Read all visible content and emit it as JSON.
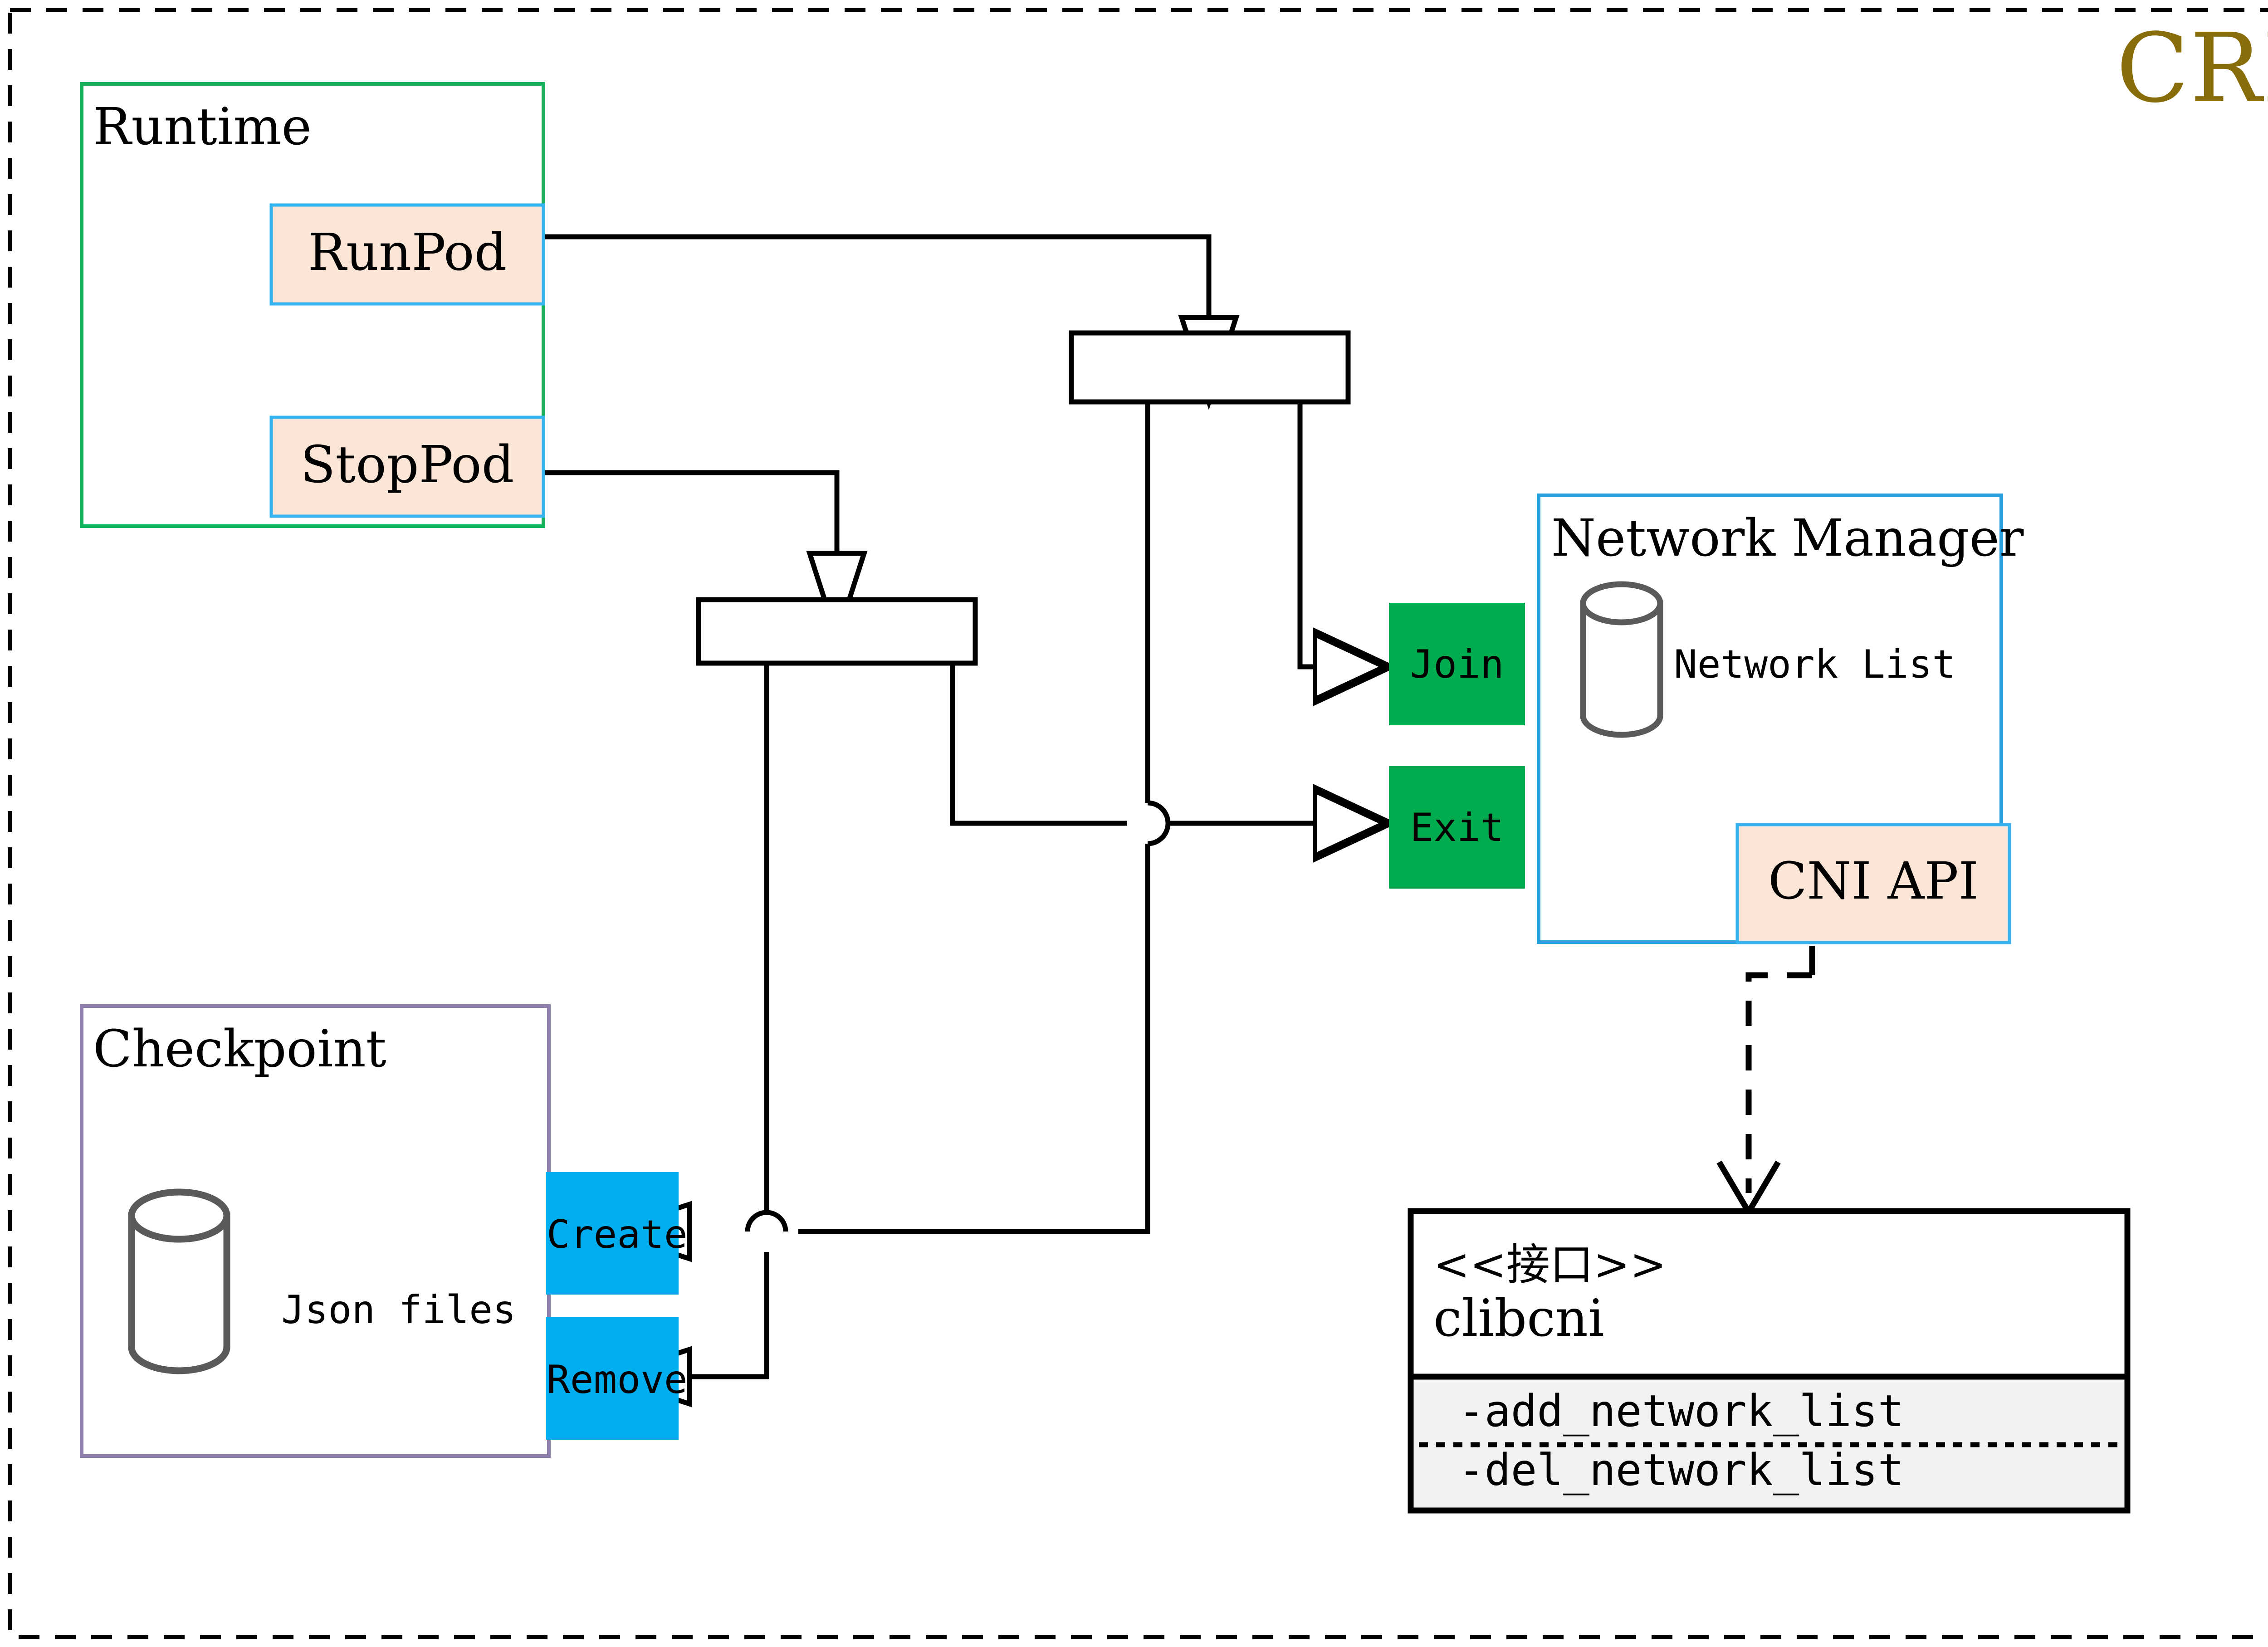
{
  "diagram": {
    "title": "CRI",
    "title_color": "#8a6d0b",
    "frame": {
      "style": "dashed",
      "color": "#000000"
    }
  },
  "colors": {
    "runtime_border": "#13b25a",
    "checkpoint_border": "#8f7fae",
    "network_manager_border": "#2a9fe0",
    "peach_fill": "#fbe5d6",
    "peach_border": "#35b4f0",
    "green_fill": "#00ac4e",
    "cyan_fill": "#00aeef",
    "cylinder_stroke": "#5a5a5a",
    "iface_ops_fill": "#f2f2f2",
    "line": "#000000"
  },
  "groups": {
    "runtime": {
      "label": "Runtime"
    },
    "checkpoint": {
      "label": "Checkpoint",
      "store_label": "Json files"
    },
    "network_manager": {
      "label": "Network Manager",
      "store_label": "Network List"
    }
  },
  "nodes": {
    "runpod": {
      "label": "RunPod"
    },
    "stoppod": {
      "label": "StopPod"
    },
    "join": {
      "label": "Join"
    },
    "exit": {
      "label": "Exit"
    },
    "create": {
      "label": "Create"
    },
    "remove": {
      "label": "Remove"
    },
    "cni_api": {
      "label": "CNI API"
    }
  },
  "interface_box": {
    "stereotype": "<<接口>>",
    "name": "clibcni",
    "operations": [
      "-add_network_list",
      "-del_network_list"
    ]
  },
  "forks": [
    {
      "name": "fork-top"
    },
    {
      "name": "fork-bottom"
    }
  ]
}
